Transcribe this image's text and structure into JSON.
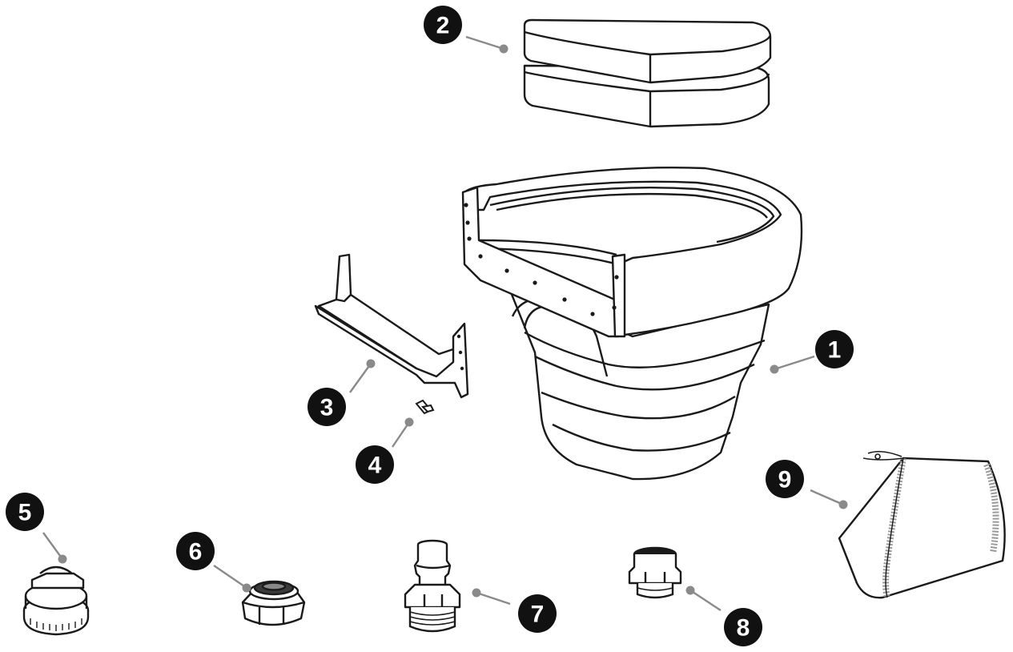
{
  "colors": {
    "ink": "#1a1a1a",
    "leader": "#8a8a8a",
    "badge": "#111111",
    "badge_text": "#ffffff",
    "mesh": "#9a9a9a"
  },
  "callouts": [
    {
      "number": "1",
      "part": "filter-box"
    },
    {
      "number": "2",
      "part": "filter-pads"
    },
    {
      "number": "3",
      "part": "mounting-bracket"
    },
    {
      "number": "4",
      "part": "mounting-screw"
    },
    {
      "number": "5",
      "part": "hose-clamp"
    },
    {
      "number": "6",
      "part": "bulkhead-fitting"
    },
    {
      "number": "7",
      "part": "barbed-hose-adapter"
    },
    {
      "number": "8",
      "part": "threaded-adapter"
    },
    {
      "number": "9",
      "part": "media-bag"
    }
  ]
}
